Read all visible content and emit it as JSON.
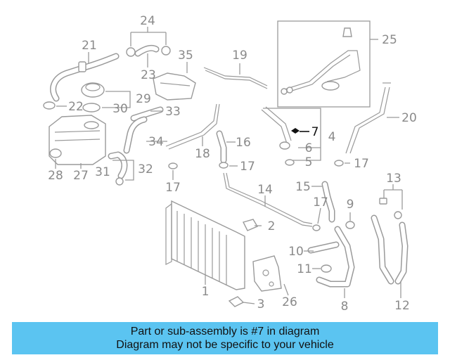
{
  "callouts": [
    {
      "id": "c1",
      "text": "1"
    },
    {
      "id": "c2",
      "text": "2"
    },
    {
      "id": "c3",
      "text": "3"
    },
    {
      "id": "c4",
      "text": "4"
    },
    {
      "id": "c5",
      "text": "5"
    },
    {
      "id": "c6",
      "text": "6"
    },
    {
      "id": "c7",
      "text": "7"
    },
    {
      "id": "c8",
      "text": "8"
    },
    {
      "id": "c9",
      "text": "9"
    },
    {
      "id": "c10",
      "text": "10"
    },
    {
      "id": "c11",
      "text": "11"
    },
    {
      "id": "c12",
      "text": "12"
    },
    {
      "id": "c13",
      "text": "13"
    },
    {
      "id": "c14",
      "text": "14"
    },
    {
      "id": "c15",
      "text": "15"
    },
    {
      "id": "c16",
      "text": "16"
    },
    {
      "id": "c17a",
      "text": "17"
    },
    {
      "id": "c17b",
      "text": "17"
    },
    {
      "id": "c17c",
      "text": "17"
    },
    {
      "id": "c17d",
      "text": "17"
    },
    {
      "id": "c18",
      "text": "18"
    },
    {
      "id": "c19",
      "text": "19"
    },
    {
      "id": "c20",
      "text": "20"
    },
    {
      "id": "c21",
      "text": "21"
    },
    {
      "id": "c22",
      "text": "22"
    },
    {
      "id": "c23",
      "text": "23"
    },
    {
      "id": "c24",
      "text": "24"
    },
    {
      "id": "c25",
      "text": "25"
    },
    {
      "id": "c26",
      "text": "26"
    },
    {
      "id": "c27",
      "text": "27"
    },
    {
      "id": "c28",
      "text": "28"
    },
    {
      "id": "c29",
      "text": "29"
    },
    {
      "id": "c30",
      "text": "30"
    },
    {
      "id": "c31",
      "text": "31"
    },
    {
      "id": "c32",
      "text": "32"
    },
    {
      "id": "c33",
      "text": "33"
    },
    {
      "id": "c34",
      "text": "34"
    },
    {
      "id": "c35",
      "text": "35"
    }
  ],
  "highlight": "7",
  "colors": {
    "banner_bg": "#5bc4f1",
    "part_line": "#9a9a9a",
    "label": "#8a8a8a",
    "highlight": "#111111"
  },
  "banner": {
    "line1": "Part or sub-assembly is #7 in diagram",
    "line2": "Diagram may not be specific to your vehicle"
  }
}
